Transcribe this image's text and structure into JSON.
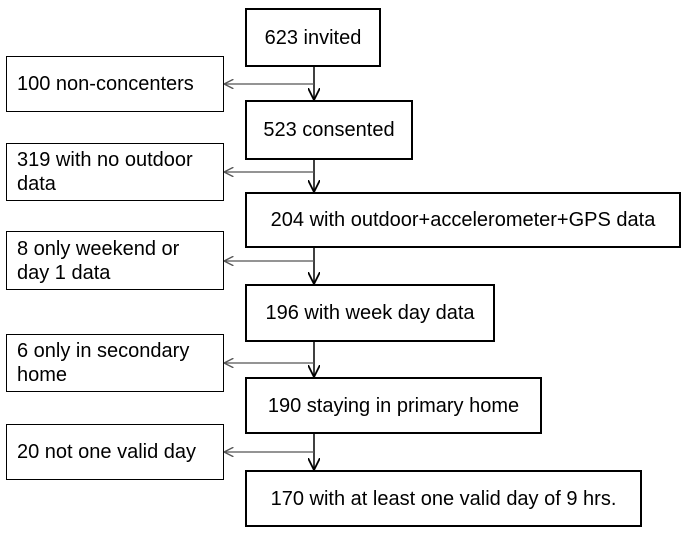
{
  "main_steps": [
    {
      "label": "623 invited"
    },
    {
      "label": "523 consented"
    },
    {
      "label": "204 with outdoor+accelerometer+GPS data"
    },
    {
      "label": "196 with week day data"
    },
    {
      "label": "190 staying in primary home"
    },
    {
      "label": "170 with at least one valid day of 9 hrs."
    }
  ],
  "exclusions": [
    {
      "line1": "100 non-concenters",
      "line2": ""
    },
    {
      "line1": "319 with no outdoor",
      "line2": "data"
    },
    {
      "line1": "8 only weekend or",
      "line2": "day 1 data"
    },
    {
      "line1": "6 only in secondary",
      "line2": "home"
    },
    {
      "line1": "20 not one valid day",
      "line2": ""
    }
  ],
  "colors": {
    "line": "#000000",
    "side_arrow": "#555555"
  }
}
